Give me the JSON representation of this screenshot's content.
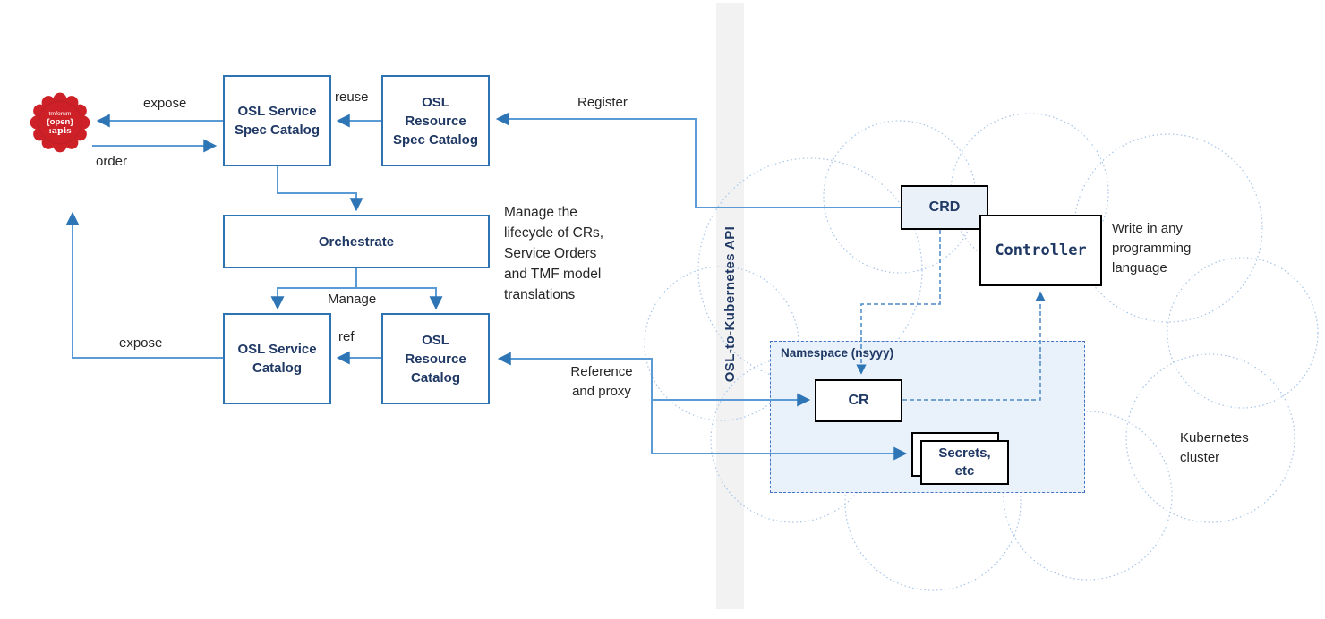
{
  "colors": {
    "line_blue": "#5b9bd5",
    "arrow_blue": "#2e75b6",
    "box_border_blue": "#2e74b5",
    "navy_text": "#1f3864",
    "logo_red": "#cd2027",
    "bar_gray": "#f2f2f2",
    "namespace_fill": "#e9f1fb",
    "crd_fill": "#eaf1f9",
    "cloud_dot_blue": "#a6c5e8"
  },
  "logo": {
    "brand": "tmforum",
    "word1": "{open}",
    "word2": ":apis"
  },
  "boxes": {
    "service_spec_catalog": "OSL Service\nSpec Catalog",
    "resource_spec_catalog": "OSL\nResource\nSpec Catalog",
    "orchestrate": "Orchestrate",
    "service_catalog": "OSL Service\nCatalog",
    "resource_catalog": "OSL\nResource\nCatalog",
    "crd": "CRD",
    "controller": "Controller",
    "cr": "CR",
    "secrets": "Secrets,\netc",
    "namespace_label": "Namespace (nsyyy)"
  },
  "edge_labels": {
    "expose_top": "expose",
    "order": "order",
    "reuse": "reuse",
    "register": "Register",
    "manage": "Manage",
    "ref": "ref",
    "expose_bottom": "expose",
    "reference_proxy": "Reference\nand proxy"
  },
  "annotations": {
    "lifecycle": "Manage the\nlifecycle of CRs,\nService Orders\nand TMF model\ntranslations",
    "api_bar": "OSL-to-Kubernetes API",
    "write_any_language": "Write in any\nprogramming\nlanguage",
    "kubernetes_cluster": "Kubernetes\ncluster"
  }
}
